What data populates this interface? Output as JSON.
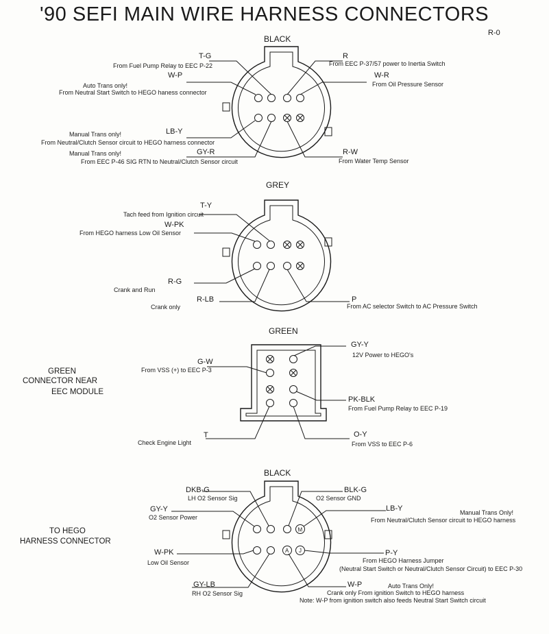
{
  "title": "'90 SEFI MAIN WIRE HARNESS CONNECTORS",
  "revision": "R-0",
  "connectors": {
    "black": {
      "header": "BLACK",
      "wires": [
        {
          "code": "T-G",
          "desc": [
            "From Fuel Pump Relay to EEC P-22"
          ]
        },
        {
          "code": "W-P",
          "desc": [
            "Auto Trans only!",
            "From Neutral Start Switch to HEGO haness connector"
          ]
        },
        {
          "code": "LB-Y",
          "desc": [
            "Manual Trans only!",
            "From Neutral/Clutch Sensor circuit to HEGO harness connector"
          ]
        },
        {
          "code": "GY-R",
          "desc": [
            "Manual Trans only!",
            "From EEC P-46 SIG RTN to Neutral/Clutch Sensor circuit"
          ]
        },
        {
          "code": "R",
          "desc": [
            "From EEC P-37/57 power to Inertia Switch"
          ]
        },
        {
          "code": "W-R",
          "desc": [
            "From Oil Pressure Sensor"
          ]
        },
        {
          "code": "R-W",
          "desc": [
            "From Water Temp Sensor"
          ]
        }
      ]
    },
    "grey": {
      "header": "GREY",
      "wires": [
        {
          "code": "T-Y",
          "desc": [
            "Tach feed from Ignition circuit"
          ]
        },
        {
          "code": "W-PK",
          "desc": [
            "From HEGO harness Low Oil Sensor"
          ]
        },
        {
          "code": "R-G",
          "desc": [
            "Crank and Run"
          ]
        },
        {
          "code": "R-LB",
          "desc": [
            "Crank only"
          ]
        },
        {
          "code": "P",
          "desc": [
            "From AC selector Switch to AC Pressure Switch"
          ]
        }
      ]
    },
    "green": {
      "header": "GREEN",
      "side_label": [
        "GREEN",
        "CONNECTOR NEAR",
        "EEC MODULE"
      ],
      "wires": [
        {
          "code": "G-W",
          "desc": [
            "From VSS (+) to EEC P-3"
          ]
        },
        {
          "code": "T",
          "desc": [
            "Check Engine Light"
          ]
        },
        {
          "code": "GY-Y",
          "desc": [
            "12V Power to HEGO's"
          ]
        },
        {
          "code": "PK-BLK",
          "desc": [
            "From Fuel Pump Relay to EEC P-19"
          ]
        },
        {
          "code": "O-Y",
          "desc": [
            "From VSS to EEC P-6"
          ]
        }
      ]
    },
    "hego": {
      "header": "BLACK",
      "side_label": [
        "TO HEGO",
        "HARNESS CONNECTOR"
      ],
      "pin_letters": [
        "M",
        "A",
        "J"
      ],
      "wires": [
        {
          "code": "DKB-G",
          "desc": [
            "LH O2 Sensor Sig"
          ]
        },
        {
          "code": "GY-Y",
          "desc": [
            "O2 Sensor Power"
          ]
        },
        {
          "code": "W-PK",
          "desc": [
            "Low Oil Sensor"
          ]
        },
        {
          "code": "GY-LB",
          "desc": [
            "RH O2 Sensor Sig"
          ]
        },
        {
          "code": "BLK-G",
          "desc": [
            "O2 Sensor GND"
          ]
        },
        {
          "code": "LB-Y",
          "desc": [
            "Manual Trans Only!",
            "From Neutral/Clutch Sensor circuit to HEGO harness"
          ]
        },
        {
          "code": "P-Y",
          "desc": [
            "From HEGO Harness Jumper",
            "(Neutral Start Switch or Neutral/Clutch Sensor Circuit) to EEC P-30"
          ]
        },
        {
          "code": "W-P",
          "desc": [
            "Auto Trans Only!",
            "Crank only From ignition Switch to HEGO harness",
            "Note: W-P from ignition switch also feeds Neutral Start Switch circuit"
          ]
        }
      ]
    }
  }
}
